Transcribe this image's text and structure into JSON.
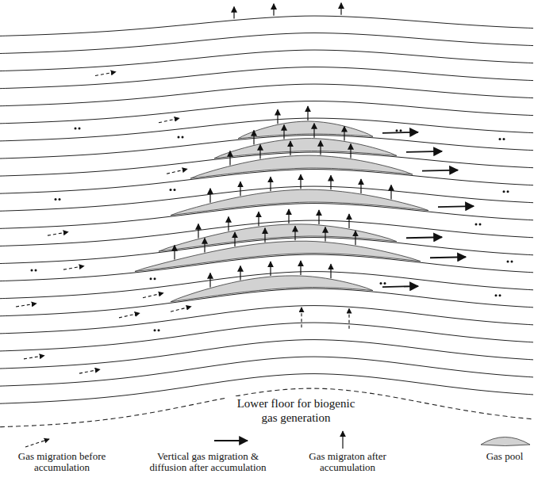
{
  "diagram": {
    "labels": [
      "Lower floor for biogenic gas generation"
    ],
    "legend": [
      {
        "text": "Gas migration before accumulation"
      },
      {
        "text": "Vertical gas migration & diffusion after accumulation"
      },
      {
        "text": "Gas migraton after accumulation"
      },
      {
        "text": "Gas pool",
        "color": "#d2d2d2"
      }
    ]
  }
}
